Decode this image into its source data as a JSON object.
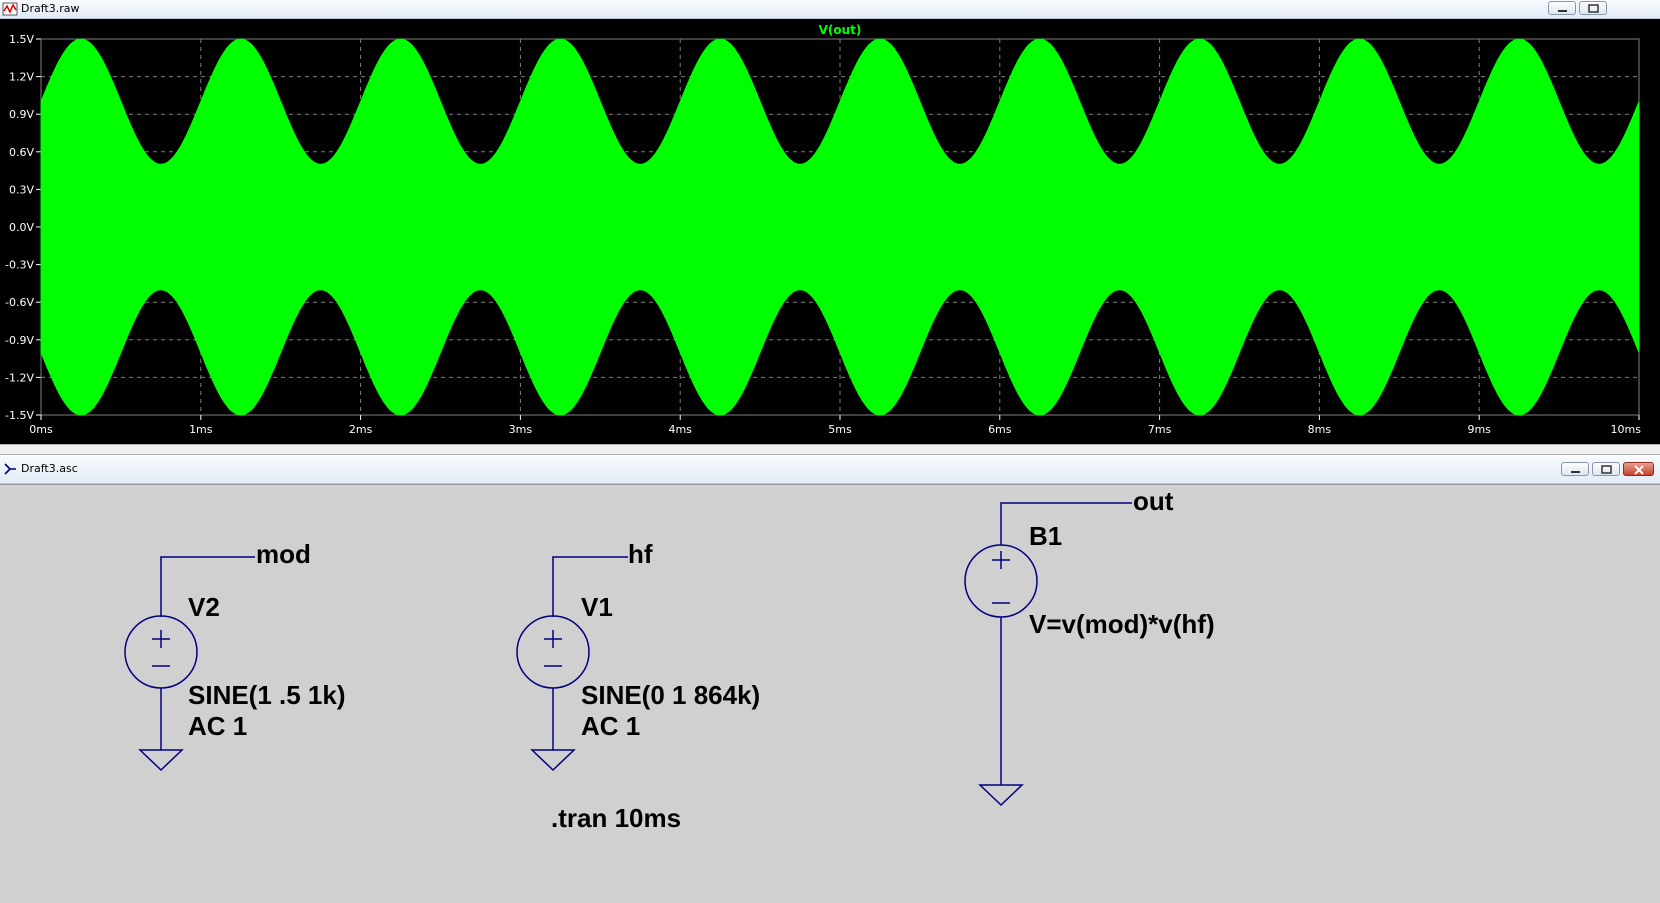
{
  "waveform_window": {
    "title": "Draft3.raw",
    "trace_label": "V(out)",
    "colors": {
      "trace": "#00ff00",
      "background": "#000000",
      "grid": "#808080",
      "axis_text": "#ffffff"
    }
  },
  "chart_data": {
    "type": "area",
    "title": "V(out)",
    "xlabel": "",
    "ylabel": "",
    "xlim": [
      0,
      10
    ],
    "ylim": [
      -1.5,
      1.5
    ],
    "x_unit": "ms",
    "y_ticks": [
      "1.5V",
      "1.2V",
      "0.9V",
      "0.6V",
      "0.3V",
      "0.0V",
      "-0.3V",
      "-0.6V",
      "-0.9V",
      "-1.2V",
      "-1.5V"
    ],
    "y_tick_values": [
      1.5,
      1.2,
      0.9,
      0.6,
      0.3,
      0.0,
      -0.3,
      -0.6,
      -0.9,
      -1.2,
      -1.5
    ],
    "x_ticks": [
      "0ms",
      "1ms",
      "2ms",
      "3ms",
      "4ms",
      "5ms",
      "6ms",
      "7ms",
      "8ms",
      "9ms",
      "10ms"
    ],
    "x_tick_values": [
      0,
      1,
      2,
      3,
      4,
      5,
      6,
      7,
      8,
      9,
      10
    ],
    "grid": true,
    "series": [
      {
        "name": "V(out)",
        "envelope": {
          "offset": 1.0,
          "amplitude": 0.5,
          "frequency_khz": 1.0
        },
        "carrier_frequency_khz": 864
      }
    ]
  },
  "schematic_window": {
    "title": "Draft3.asc",
    "colors": {
      "wire": "#000080",
      "background": "#d0d0d0",
      "text": "#000000"
    },
    "components": {
      "v2": {
        "ref": "V2",
        "value": "SINE(1 .5 1k)",
        "ac": "AC 1",
        "net": "mod"
      },
      "v1": {
        "ref": "V1",
        "value": "SINE(0 1 864k)",
        "ac": "AC 1",
        "net": "hf"
      },
      "b1": {
        "ref": "B1",
        "value": "V=v(mod)*v(hf)",
        "net": "out"
      }
    },
    "directive": ".tran 10ms"
  }
}
